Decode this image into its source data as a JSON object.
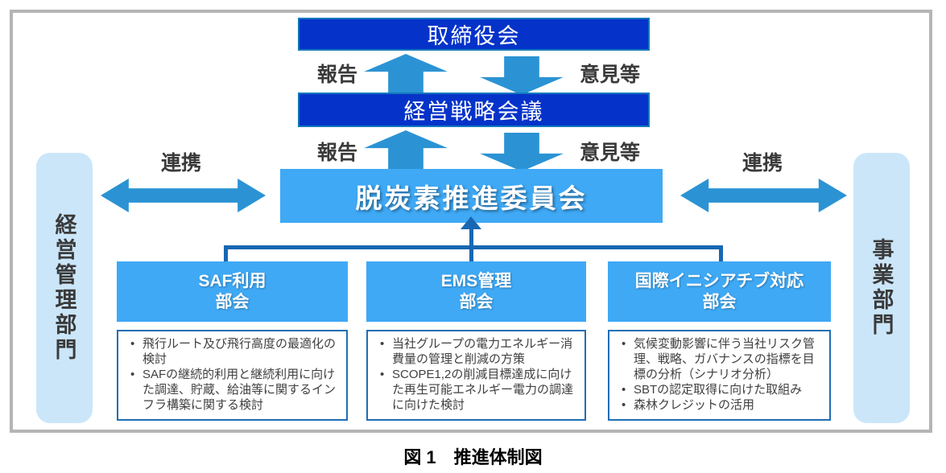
{
  "colors": {
    "dark_blue": "#0533C9",
    "dark_blue_border": "#1278BE",
    "sky_blue": "#3FA9F5",
    "panel_blue": "#CBE6F9",
    "arrow_blue": "#2B93D4",
    "connector_blue": "#1767B3",
    "detail_border_blue": "#1F6EB5",
    "frame_gray": "#B5B5B5"
  },
  "boxes": {
    "board": "取締役会",
    "strategy_meeting": "経営戦略会議",
    "committee": "脱炭素推進委員会"
  },
  "labels": {
    "report": "報告",
    "opinions": "意見等",
    "cooperation": "連携"
  },
  "side_panels": {
    "left": "経営管理部門",
    "right": "事業部門"
  },
  "subcommittees": [
    {
      "title_line1": "SAF利用",
      "title_line2": "部会",
      "bullets": [
        "飛行ルート及び飛行高度の最適化の検討",
        "SAFの継続的利用と継続利用に向けた調達、貯蔵、給油等に関するインフラ構築に関する検討"
      ]
    },
    {
      "title_line1": "EMS管理",
      "title_line2": "部会",
      "bullets": [
        "当社グループの電力エネルギー消費量の管理と削減の方策",
        "SCOPE1,2の削減目標達成に向けた再生可能エネルギー電力の調達に向けた検討"
      ]
    },
    {
      "title_line1": "国際イニシアチブ対応",
      "title_line2": "部会",
      "bullets": [
        "気候変動影響に伴う当社リスク管理、戦略、ガバナンスの指標を目標の分析（シナリオ分析）",
        "SBTの認定取得に向けた取組み",
        "森林クレジットの活用"
      ]
    }
  ],
  "caption": "図 1　推進体制図"
}
